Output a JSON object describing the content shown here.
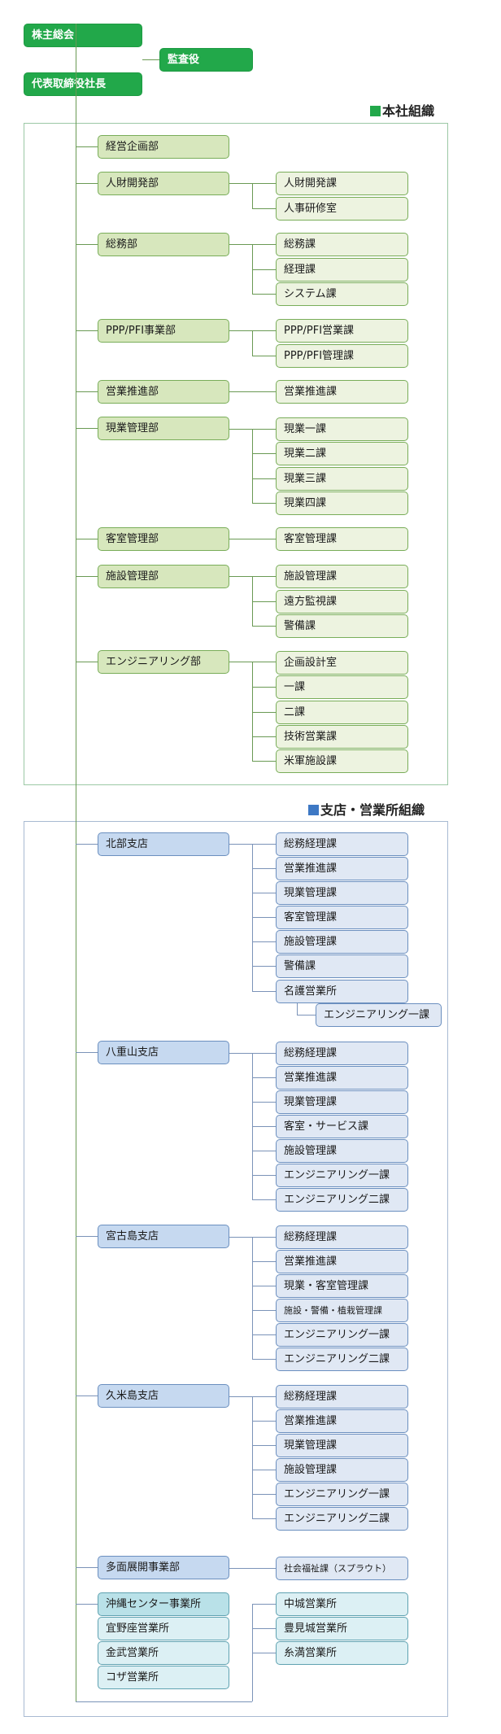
{
  "top": {
    "shareholders": "株主総会",
    "auditor": "監査役",
    "president": "代表取締役社長"
  },
  "hq": {
    "title": "本社組織",
    "square_color": "#22a84a",
    "depts": [
      {
        "name": "経営企画部",
        "sections": []
      },
      {
        "name": "人財開発部",
        "sections": [
          "人財開発課",
          "人事研修室"
        ]
      },
      {
        "name": "総務部",
        "sections": [
          "総務課",
          "経理課",
          "システム課"
        ]
      },
      {
        "name": "PPP/PFI事業部",
        "sections": [
          "PPP/PFI営業課",
          "PPP/PFI管理課"
        ]
      },
      {
        "name": "営業推進部",
        "sections": [
          "営業推進課"
        ]
      },
      {
        "name": "現業管理部",
        "sections": [
          "現業一課",
          "現業二課",
          "現業三課",
          "現業四課"
        ]
      },
      {
        "name": "客室管理部",
        "sections": [
          "客室管理課"
        ]
      },
      {
        "name": "施設管理部",
        "sections": [
          "施設管理課",
          "遠方監視課",
          "警備課"
        ]
      },
      {
        "name": "エンジニアリング部",
        "sections": [
          "企画設計室",
          "一課",
          "二課",
          "技術営業課",
          "米軍施設課"
        ]
      }
    ]
  },
  "branch": {
    "title": "支店・営業所組織",
    "square_color": "#3d78c4",
    "branches": [
      {
        "name": "北部支店",
        "sections": [
          "総務経理課",
          "営業推進課",
          "現業管理課",
          "客室管理課",
          "施設管理課",
          "警備課",
          "名護営業所"
        ],
        "sub": "エンジニアリング一課"
      },
      {
        "name": "八重山支店",
        "sections": [
          "総務経理課",
          "営業推進課",
          "現業管理課",
          "客室・サービス課",
          "施設管理課",
          "エンジニアリング一課",
          "エンジニアリング二課"
        ]
      },
      {
        "name": "宮古島支店",
        "sections": [
          "総務経理課",
          "営業推進課",
          "現業・客室管理課",
          "施設・警備・植栽管理課",
          "エンジニアリング一課",
          "エンジニアリング二課"
        ]
      },
      {
        "name": "久米島支店",
        "sections": [
          "総務経理課",
          "営業推進課",
          "現業管理課",
          "施設管理課",
          "エンジニアリング一課",
          "エンジニアリング二課"
        ]
      },
      {
        "name": "多面展開事業部",
        "sections": [
          "社会福祉課（スプラウト）"
        ]
      }
    ],
    "okinawa": {
      "name": "沖縄センター事業所",
      "offices": [
        "宜野座営業所",
        "金武営業所",
        "コザ営業所"
      ],
      "sections": [
        "中城営業所",
        "豊見城営業所",
        "糸満営業所"
      ]
    }
  }
}
